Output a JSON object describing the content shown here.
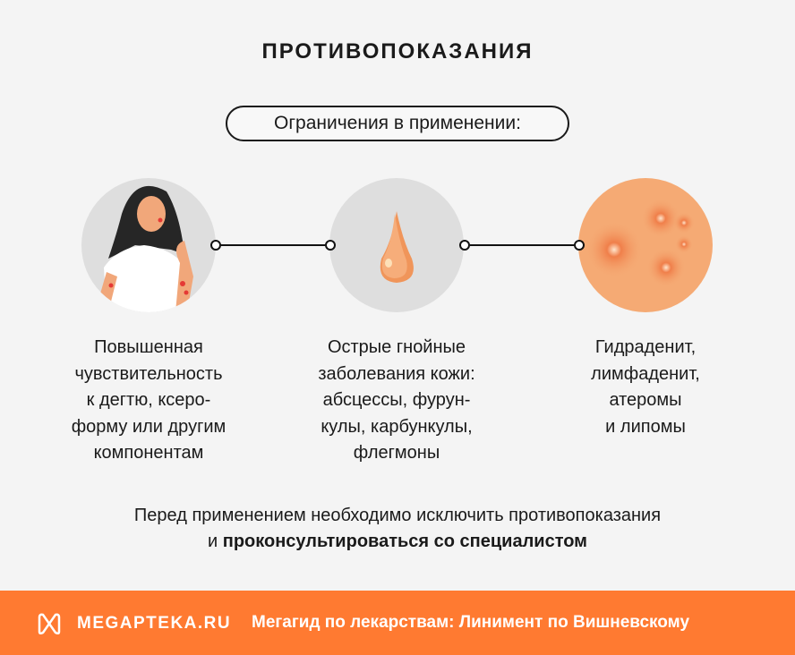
{
  "title": "ПРОТИВОПОКАЗАНИЯ",
  "subtitle": "Ограничения в применении:",
  "items": [
    {
      "icon": "woman-with-rash-icon",
      "lines": [
        "Повышенная",
        "чувствительность",
        "к дегтю, ксеро-",
        "форму или другим",
        "компонентам"
      ]
    },
    {
      "icon": "pus-drop-icon",
      "lines": [
        "Острые гнойные",
        "заболевания кожи:",
        "абсцессы, фурун-",
        "кулы, карбункулы,",
        "флегмоны"
      ]
    },
    {
      "icon": "skin-inflammation-icon",
      "lines": [
        "Гидраденит,",
        "лимфаденит,",
        "атеромы",
        "и липомы"
      ]
    }
  ],
  "note": {
    "line1": "Перед применением необходимо исключить противопоказания",
    "line2_plain": "и ",
    "line2_bold": "проконсультироваться со специалистом"
  },
  "footer": {
    "brand": "MEGAPTEKA.RU",
    "text": "Мегагид по лекарствам: Линимент по Вишневскому"
  },
  "colors": {
    "accent": "#ff7a31",
    "background": "#f4f4f4"
  }
}
